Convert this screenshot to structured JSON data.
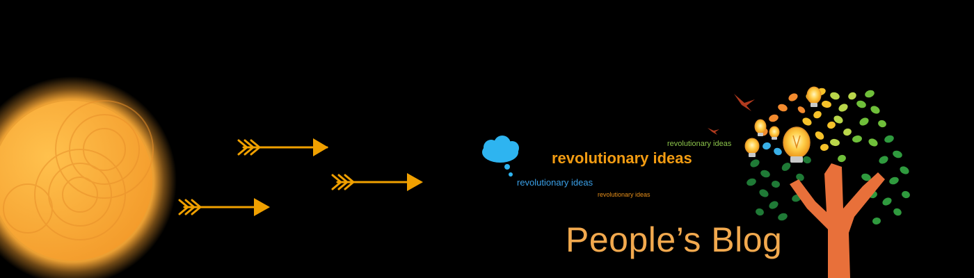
{
  "title": "People’s Blog",
  "taglines": {
    "green": "revolutionary ideas",
    "orange_large": "revolutionary ideas",
    "blue": "revolutionary ideas",
    "orange_small": "revolutionary ideas"
  },
  "colors": {
    "background": "#000000",
    "sun": "#f7a836",
    "arrow": "#f0a000",
    "cloud": "#2eb4f0",
    "title": "#f2a94e",
    "trunk": "#e8703a",
    "bird": "#b03a1e"
  },
  "icons": [
    "sun-icon",
    "arrow-icon",
    "thought-cloud-icon",
    "tree-icon",
    "lightbulb-icon",
    "bird-icon"
  ]
}
